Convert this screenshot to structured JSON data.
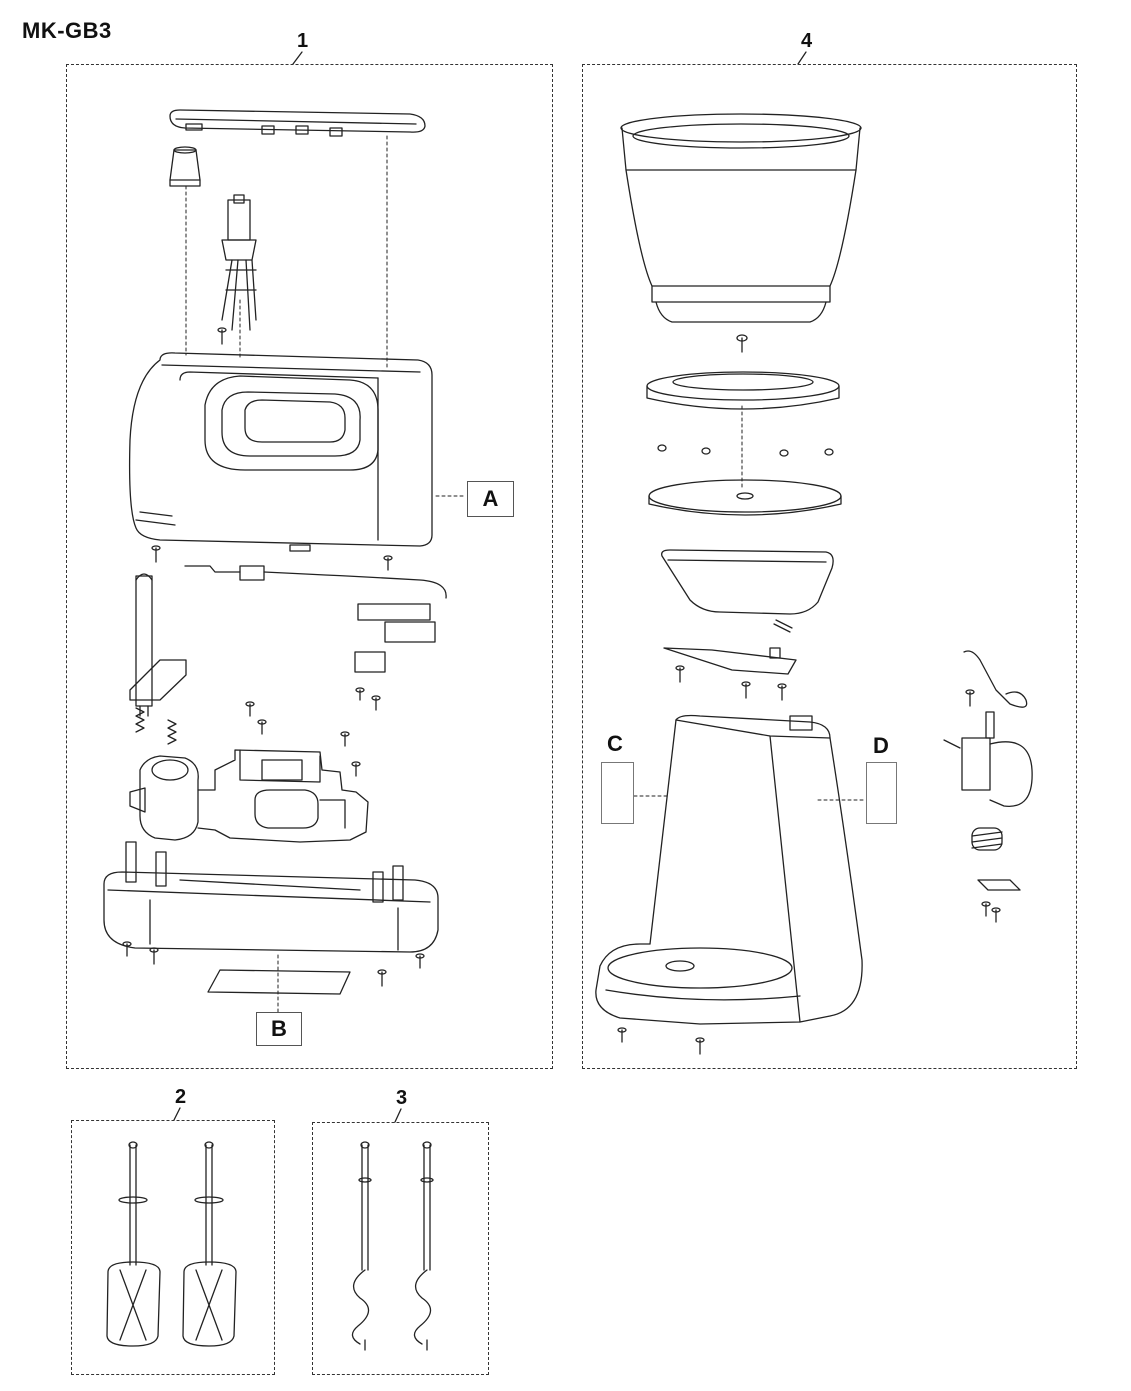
{
  "model": "MK-GB3",
  "groups": [
    {
      "number": "1"
    },
    {
      "number": "2"
    },
    {
      "number": "3"
    },
    {
      "number": "4"
    }
  ],
  "callouts": {
    "a": "A",
    "b": "B",
    "c": "C",
    "d": "D"
  }
}
